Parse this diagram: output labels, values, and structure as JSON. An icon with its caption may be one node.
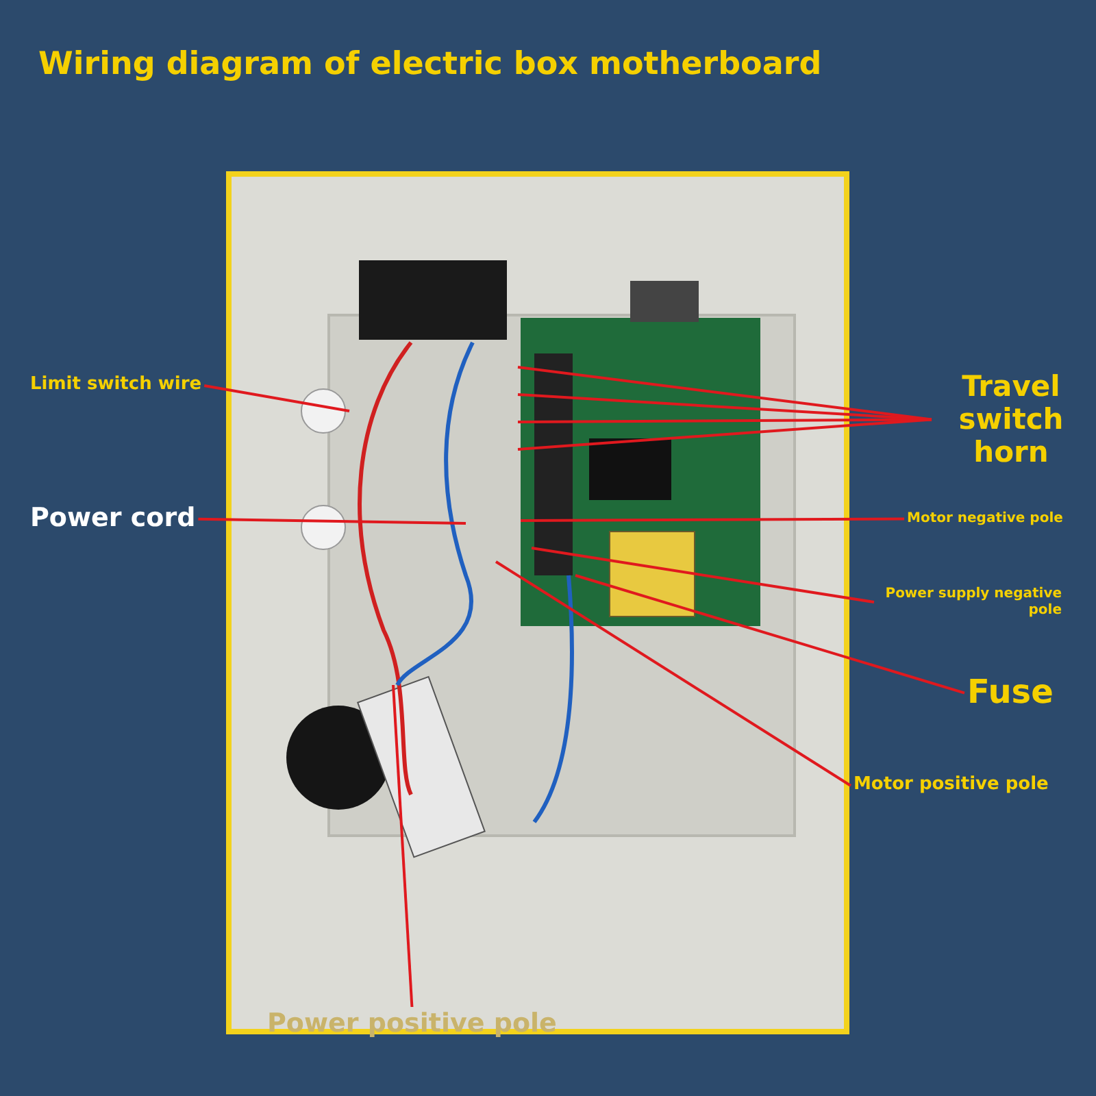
{
  "diagram": {
    "title": "Wiring diagram of electric box motherboard",
    "nodes": [
      {
        "text": [
          "Limit switch wire"
        ]
      },
      {
        "text": [
          "Travel switch horn"
        ]
      },
      {
        "text": [
          "Power cord"
        ]
      },
      {
        "text": [
          "Motor negative pole"
        ]
      },
      {
        "text": [
          "Power supply negative pole"
        ]
      },
      {
        "text": [
          "Fuse"
        ]
      },
      {
        "text": [
          "Motor positive pole"
        ]
      },
      {
        "text": [
          "Power positive pole"
        ]
      }
    ],
    "edges": [
      {
        "from": 0,
        "to": null,
        "arrow": "none"
      },
      {
        "from": 1,
        "to": null,
        "arrow": "none"
      },
      {
        "from": 1,
        "to": null,
        "arrow": "none"
      },
      {
        "from": 1,
        "to": null,
        "arrow": "none"
      },
      {
        "from": 1,
        "to": null,
        "arrow": "none"
      },
      {
        "from": 2,
        "to": null,
        "arrow": "none"
      },
      {
        "from": 3,
        "to": null,
        "arrow": "none"
      },
      {
        "from": 4,
        "to": null,
        "arrow": "none"
      },
      {
        "from": 5,
        "to": null,
        "arrow": "none"
      },
      {
        "from": 6,
        "to": null,
        "arrow": "none"
      },
      {
        "from": 7,
        "to": null,
        "arrow": "none"
      }
    ]
  }
}
